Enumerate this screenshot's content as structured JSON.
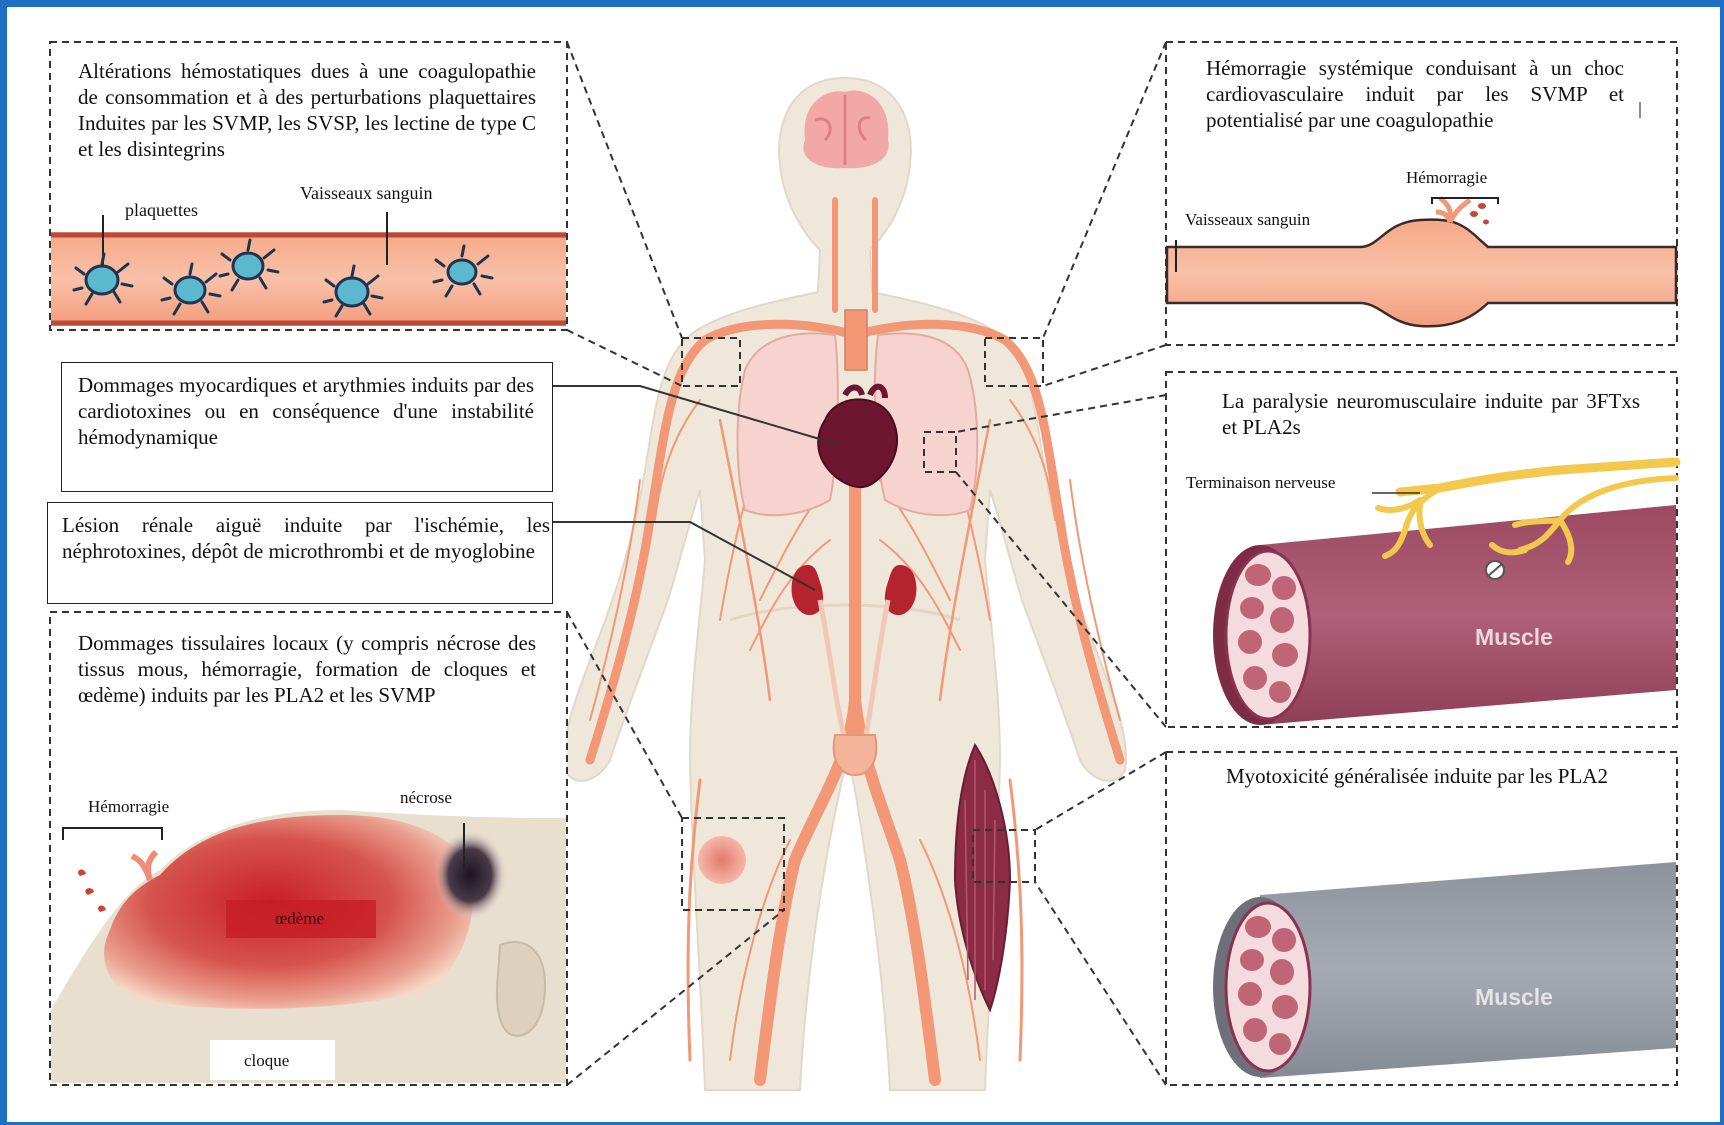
{
  "panels": {
    "hemostatic": {
      "text": "Altérations hémostatiques dues à une coagulopathie de consommation et à des perturbations plaquettaires Induites par les SVMP, les SVSP, les lectine de type C et les disintegrins",
      "label_platelets": "plaquettes",
      "label_vessel": "Vaisseaux sanguin"
    },
    "hemorrhage_systemic": {
      "text": "Hémorragie systémique conduisant à un choc cardiovasculaire induit par les SVMP et potentialisé par une coagulopathie",
      "label_hemorrhage": "Hémorragie",
      "label_vessel": "Vaisseaux sanguin"
    },
    "myocardial": {
      "text": "Dommages myocardiques et arythmies induits par des cardiotoxines ou en conséquence d'une instabilité hémodynamique"
    },
    "renal": {
      "text": "Lésion rénale aiguë induite par l'ischémie, les néphrotoxines, dépôt de microthrombi et de myoglobine"
    },
    "local_tissue": {
      "text": "Dommages tissulaires locaux (y compris nécrose des tissus mous, hémorragie, formation de cloques et œdème) induits par les PLA2 et les SVMP",
      "label_hemorrhage": "Hémorragie",
      "label_necrosis": "nécrose",
      "label_edema": "œdème",
      "label_blister": "cloque"
    },
    "paralysis": {
      "text": "La paralysie neuromusculaire induite par 3FTxs et PLA2s",
      "label_nerve": "Terminaison nerveuse",
      "label_muscle": "Muscle"
    },
    "myotoxicity": {
      "text": "Myotoxicité généralisée induite par les PLA2",
      "label_muscle": "Muscle"
    }
  },
  "colors": {
    "frame": "#1f6fc4",
    "body": "#efe7da",
    "vessel": "#f29877",
    "vessel_dark": "#e8715a",
    "lung": "#f7d3cf",
    "brain": "#f3a8a8",
    "heart": "#6e1530",
    "kidney": "#b5232f",
    "muscle_red": "#a8536a",
    "muscle_grey": "#9da3ab",
    "platelet": "#5bb8cf",
    "edema": "#c42d2d",
    "nerve": "#f2c94c"
  }
}
